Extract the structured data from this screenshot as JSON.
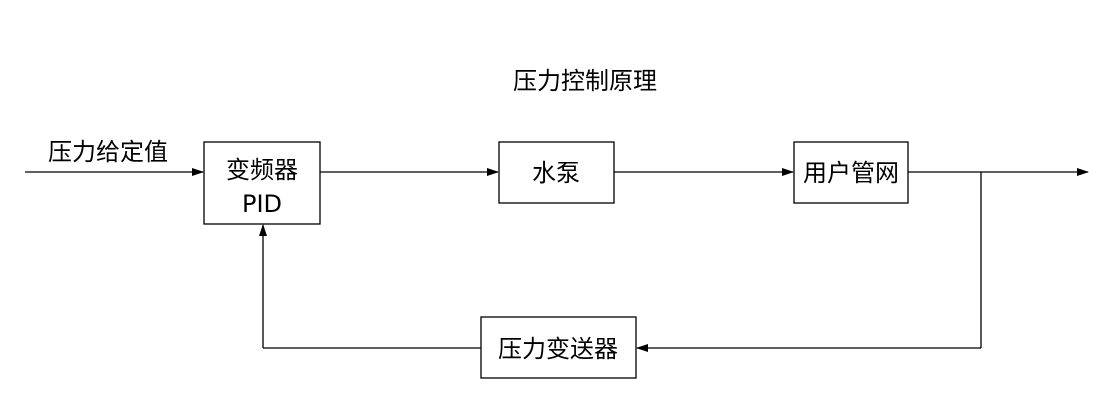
{
  "title": "压力控制原理",
  "input_label": "压力给定值",
  "blocks": {
    "controller": {
      "line1": "变频器",
      "line2": "PID"
    },
    "pump": {
      "label": "水泵"
    },
    "network": {
      "label": "用户管网"
    },
    "transmitter": {
      "label": "压力变送器"
    }
  },
  "colors": {
    "line": "#000000",
    "background": "#ffffff"
  }
}
